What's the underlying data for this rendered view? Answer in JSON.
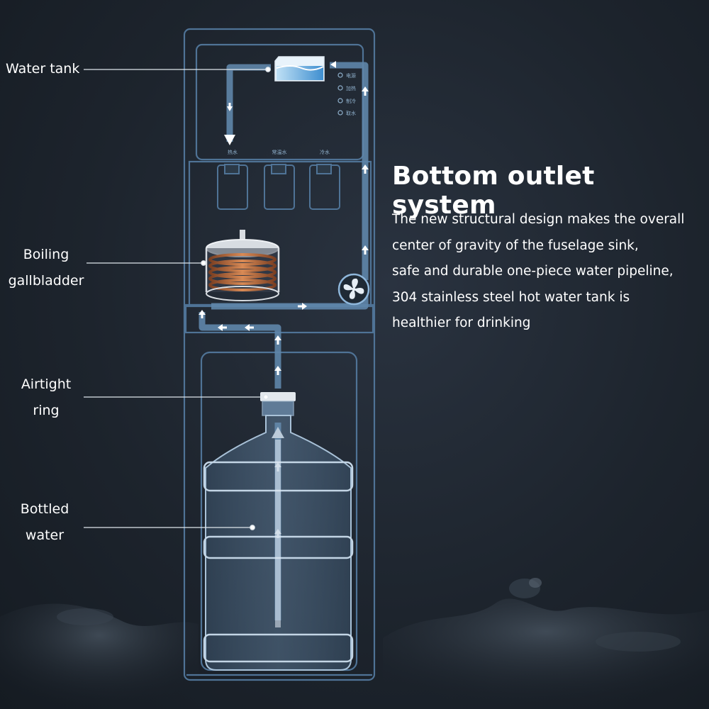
{
  "labels": {
    "water_tank": "Water tank",
    "boiling_line1": "Boiling",
    "boiling_line2": "gallbladder",
    "airtight_line1": "Airtight",
    "airtight_line2": "ring",
    "bottled_line1": "Bottled",
    "bottled_line2": "water"
  },
  "headline": "Bottom outlet system",
  "description_lines": [
    "The new structural design makes the overall",
    "center of gravity of the fuselage sink,",
    "safe and durable one-piece water pipeline,",
    "304 stainless steel hot water tank is",
    "healthier for drinking"
  ],
  "control_panel": {
    "buttons": [
      "电源",
      "加热",
      "制冷",
      "取水"
    ],
    "outlets": [
      "热水",
      "常温水",
      "冷水"
    ]
  },
  "colors": {
    "background": "#1d242d",
    "outline": "#4f7396",
    "pipe": "#5f86aa",
    "arrow": "#ffffff",
    "heater_coil": "#b5663a",
    "bottle": "#6e8fb0"
  }
}
